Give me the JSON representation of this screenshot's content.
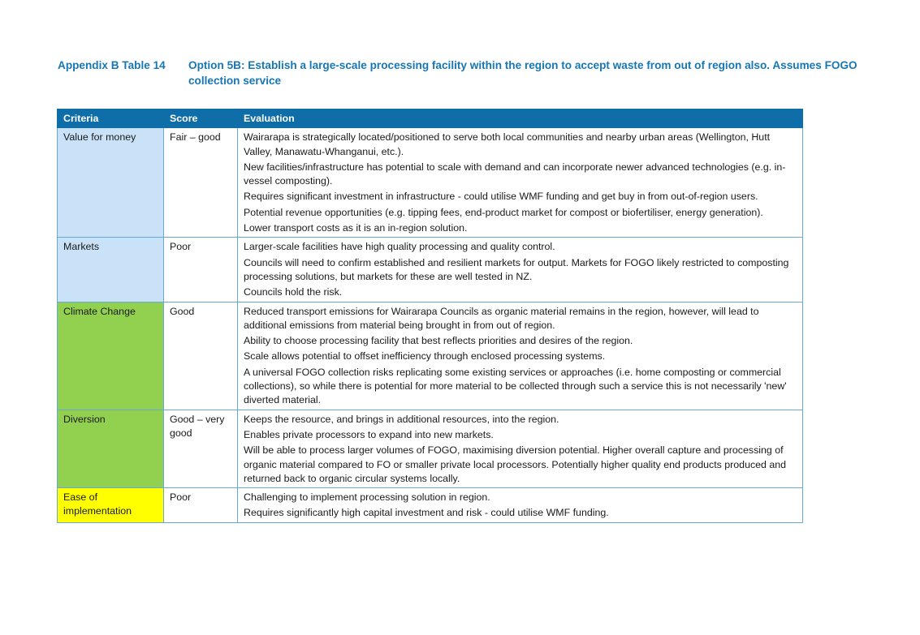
{
  "caption": {
    "label": "Appendix B Table 14",
    "title": "Option 5B: Establish a large-scale processing facility within the region to accept waste from out of region also. Assumes FOGO collection service",
    "color": "#1777b5"
  },
  "table": {
    "headers": [
      "Criteria",
      "Score",
      "Evaluation"
    ],
    "header_bg": "#0f6ea8",
    "rows": [
      {
        "criteria": "Value for money",
        "criteria_color": "#c9e2f8",
        "score": "Fair – good",
        "evaluation": [
          "Wairarapa is strategically located/positioned to serve both local communities and nearby urban areas (Wellington, Hutt Valley, Manawatu-Whanganui, etc.).",
          "New facilities/infrastructure has potential to scale with demand and can incorporate newer advanced technologies (e.g. in-vessel composting).",
          "Requires significant investment in infrastructure - could utilise WMF funding and get buy in from out-of-region users.",
          "Potential revenue opportunities (e.g. tipping fees, end-product market for compost or biofertiliser, energy generation).",
          "Lower transport costs as it is an in-region solution."
        ]
      },
      {
        "criteria": "Markets",
        "criteria_color": "#c9e2f8",
        "score": "Poor",
        "evaluation": [
          " Larger-scale facilities have high quality processing and quality control.",
          "Councils will need to confirm established and resilient markets for output. Markets for FOGO likely restricted to composting processing solutions, but markets for these are well tested in NZ.",
          "Councils hold the risk."
        ]
      },
      {
        "criteria": "Climate Change",
        "criteria_color": "#92d050",
        "score": "Good",
        "evaluation": [
          "Reduced transport emissions for Wairarapa Councils as organic material remains in the region, however, will lead to additional emissions from material being brought in from out of region.",
          "Ability to choose processing facility that best reflects priorities and desires of the region.",
          "Scale allows potential to offset inefficiency through enclosed processing systems.",
          "A universal FOGO collection risks replicating some existing services or approaches (i.e. home composting or commercial collections), so while there is potential for more material to be collected through such a service this is not necessarily 'new' diverted material."
        ]
      },
      {
        "criteria": "Diversion",
        "criteria_color": "#92d050",
        "score": "Good – very good",
        "evaluation": [
          "Keeps the resource, and brings in additional resources, into the region.",
          "Enables private processors to expand into new markets.",
          "Will be able to process larger volumes of FOGO, maximising diversion potential. Higher overall capture and processing of organic material compared to FO or smaller private local processors. Potentially higher quality end products produced and returned back to organic circular systems locally."
        ]
      },
      {
        "criteria": "Ease of implementation",
        "criteria_color": "#ffff00",
        "score": "Poor",
        "evaluation": [
          "Challenging to implement processing solution in region.",
          "Requires significantly high capital investment and risk - could utilise WMF funding."
        ]
      }
    ]
  }
}
